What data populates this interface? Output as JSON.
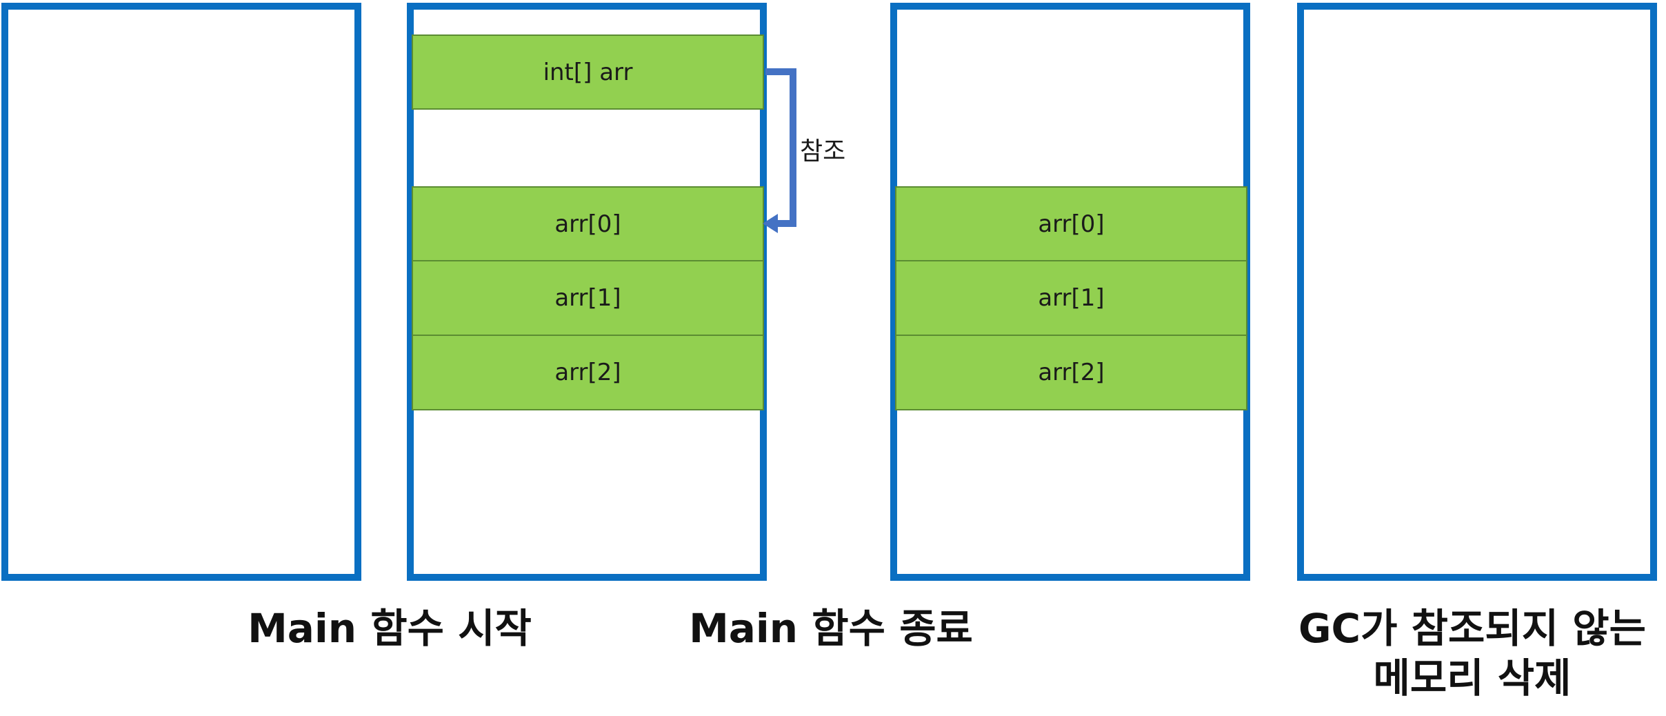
{
  "diagram": {
    "reference_cell": "int[] arr",
    "reference_label": "참조",
    "stage_main_start": {
      "cells": [
        "arr[0]",
        "arr[1]",
        "arr[2]"
      ]
    },
    "stage_main_end": {
      "cells": [
        "arr[0]",
        "arr[1]",
        "arr[2]"
      ]
    },
    "captions": {
      "main_start": "Main 함수 시작",
      "main_end": "Main 함수 종료",
      "gc_line1": "GC가 참조되지 않는",
      "gc_line2": "메모리 삭제"
    },
    "colors": {
      "panel_border": "#0a6fc2",
      "cell_fill": "#92d050",
      "arrow": "#4472c4"
    }
  }
}
